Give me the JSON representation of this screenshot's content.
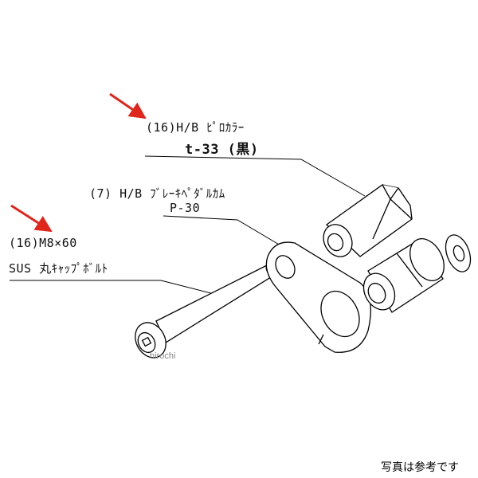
{
  "labels": {
    "pivot_collar_line1": "(16)H/B ﾋﾟﾛｶﾗｰ",
    "pivot_collar_line2": "t-33 (黒)",
    "brake_cam_line1": "(7) H/B ﾌﾞﾚｰｷﾍﾟﾀﾞﾙｶﾑ",
    "brake_cam_line2": "P-30",
    "bolt_line1": "(16)M8×60",
    "bolt_line2": "SUS 丸ｷｬｯﾌﾟﾎﾞﾙﾄ"
  },
  "watermark": "hirochi",
  "caption": "写真は参考です",
  "colors": {
    "arrow": "#e0251b",
    "line": "#000000"
  }
}
